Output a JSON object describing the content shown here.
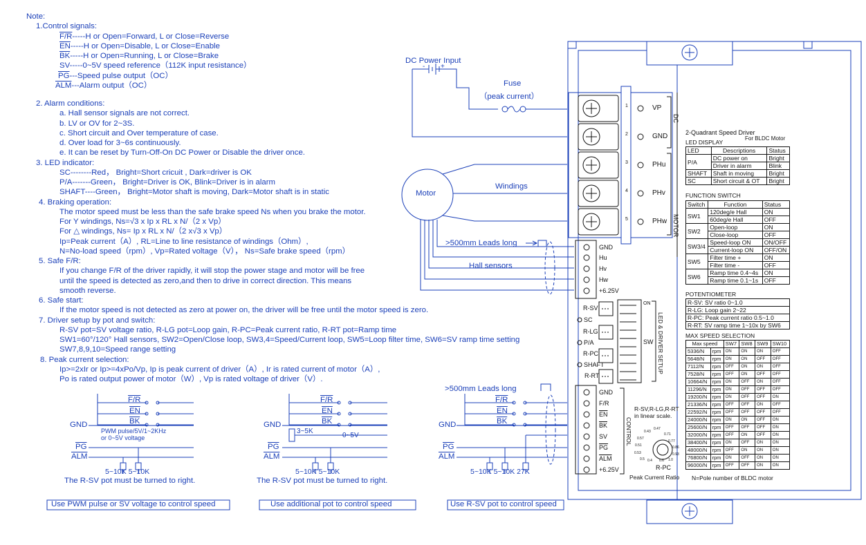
{
  "notes": {
    "title": "Note:",
    "s1": {
      "title": "1.Control signals:",
      "l1a": "F/R",
      "l1b": "-----H or Open=Forward, L or Close=Reverse",
      "l2a": "EN",
      "l2b": "-----H or Open=Disable,  L or Close=Enable",
      "l3a": "BK",
      "l3b": "-----H or Open=Running,  L or Close=Brake",
      "l4": "SV-----0~5V speed reference（112K input resistance）",
      "l5a": "PG",
      "l5b": "---Speed pulse output（OC）",
      "l6a": "ALM",
      "l6b": "---Alarm output（OC）"
    },
    "s2": {
      "title": "2. Alarm conditions:",
      "a": "a. Hall sensor signals are not correct.",
      "b": "b. LV or OV for 2~3S.",
      "c": "c. Short circuit and Over temperature of case.",
      "d": "d. Over load for 3~6s continuously.",
      "e": "e. It can be reset by Turn-Off-On DC Power or Disable the driver once."
    },
    "s3": {
      "title": "3. LED indicator:",
      "sc": "SC--------Red， Bright=Short cricuit , Dark=driver is OK",
      "pa": "P/A-------Green，  Bright=Driver is OK,  Blink=Driver is in alarm",
      "shaft": "SHAFT----Green， Bright=Motor shaft is moving,  Dark=Motor shaft is in static"
    },
    "s4": {
      "title": "4. Braking operation:",
      "l1": "The motor speed must be less than the safe brake speed Ns when you brake the motor.",
      "l2": "For Y windings,  Ns=√3 x Ip x RL x N/（2 x Vp）",
      "l3": "For △ windings, Ns= Ip x RL x N/（2 x√3 x Vp）",
      "l4": "Ip=Peak current（A）, RL=Line to line resistance of windings（Ohm）,",
      "l5": "N=No-load speed（rpm）, Vp=Rated voltage（V）， Ns=Safe brake speed（rpm）"
    },
    "s5": {
      "title": "5. Safe F/R:",
      "l1": "If you change F/R of the driver rapidly, it will stop the power stage and motor will be free",
      "l2": "until the speed is detected as zero,and then to drive in correct direction. This means",
      "l3": "smooth reverse."
    },
    "s6": {
      "title": "6. Safe start:",
      "l1": "If the motor speed is not detected as zero at power on, the driver will be free until the motor speed is zero."
    },
    "s7": {
      "title": "7. Driver setup by pot and switch:",
      "l1": "R-SV pot=SV voltage ratio, R-LG pot=Loop gain,  R-PC=Peak current ratio,  R-RT pot=Ramp time",
      "l2": "SW1=60°/120° Hall sensors,  SW2=Open/Close loop,  SW3,4=Speed/Current loop,  SW5=Loop filter time, SW6=SV ramp time setting",
      "l3": "SW7,8,9,10=Speed range setting"
    },
    "s8": {
      "title": "8. Peak current selection:",
      "l1": "Ip>=2xIr or Ip>=4xPo/Vp,  Ip is peak current of driver（A）, Ir is rated current of motor（A）,",
      "l2": "Po is rated output power of motor（W）, Vp is rated voltage of driver（V）."
    }
  },
  "wiring": {
    "dc_power_input": "DC Power Input",
    "fuse": "Fuse",
    "peak_current": "（peak current）",
    "motor": "Motor",
    "windings": "Windings",
    "leads_long": ">500mm Leads long",
    "hall_sensors": "Hall sensors",
    "minus": "-",
    "plus": "+"
  },
  "terminals": {
    "vp": "VP",
    "gnd": "GND",
    "phu": "PHu",
    "phv": "PHv",
    "phw": "PHw",
    "dc": "DC",
    "motor": "MOTOR",
    "n1": "1",
    "n2": "2",
    "n3": "3",
    "n4": "4",
    "n5": "5",
    "hall": [
      "GND",
      "Hu",
      "Hv",
      "Hw",
      "+6.25V"
    ]
  },
  "setup": {
    "rsv": "R-SV",
    "sc": "SC",
    "rlg": "R-LG",
    "pa": "P/A",
    "rpc": "R-PC",
    "shaft": "SHAFT",
    "rrt": "R-RT",
    "sw": "SW",
    "on": "ON",
    "led_driver_setup": "LED & DRIVER SETUP",
    "control": "CONTROL",
    "ctrl_pins": [
      "GND",
      "F/R",
      "EN",
      "BK",
      "SV",
      "PG",
      "ALM",
      "+6.25V"
    ],
    "linear_note": "R-SV,R-LG,R-RT in linear scale.",
    "rpc_label": "R-PC",
    "peak_ratio": "Peak Current Ratio",
    "pole_note": "N=Pole number of BLDC motor",
    "dial": [
      "0.43",
      "0.47",
      "0.57",
      "0.71",
      "0.77",
      "0.51",
      "0.86",
      "0.53",
      "0.93",
      "0.5",
      "1.0",
      "0.4",
      "0.6"
    ]
  },
  "panel": {
    "title": "2-Quadrant Speed Driver",
    "subtitle": "For BLDC Motor",
    "led_display": "LED DISPLAY",
    "led_head": [
      "LED",
      "Descriptions",
      "Status"
    ],
    "led_rows": [
      [
        "P/A",
        "DC power on",
        "Bright"
      ],
      [
        "",
        "Driver in alarm",
        "Blink"
      ],
      [
        "SHAFT",
        "Shaft in moving",
        "Bright"
      ],
      [
        "SC",
        "Short circuit & OT",
        "Bright"
      ]
    ],
    "func_switch": "FUNCTION SWITCH",
    "func_head": [
      "Switch",
      "Function",
      "Status"
    ],
    "func_rows": [
      [
        "SW1",
        "120deg/e Hall",
        "ON"
      ],
      [
        "",
        "60deg/e Hall",
        "OFF"
      ],
      [
        "SW2",
        "Open-loop",
        "ON"
      ],
      [
        "",
        "Close-loop",
        "OFF"
      ],
      [
        "SW3/4",
        "Speed-loop ON",
        "ON/OFF"
      ],
      [
        "",
        "Current-loop ON",
        "OFF/ON"
      ],
      [
        "SW5",
        "Filter time +",
        "ON"
      ],
      [
        "",
        "Filter time -",
        "OFF"
      ],
      [
        "SW6",
        "Ramp time 0.4~4s",
        "ON"
      ],
      [
        "",
        "Ramp time 0.1~1s",
        "OFF"
      ]
    ],
    "potentiometer": "POTENTIOMETER",
    "pot_rows": [
      "R-SV:  SV ratio 0~1.0",
      "R-LG:  Loop gain 2~22",
      "R-PC:  Peak current ratio 0.5~1.0",
      "R-RT:  SV ramp time 1~10x by SW6"
    ],
    "max_speed": "MAX SPEED SELECTION",
    "speed_head": [
      "Max speed",
      "SW7",
      "SW8",
      "SW9",
      "SW10"
    ],
    "speed_rows": [
      [
        "5336/N",
        "rpm",
        "ON",
        "ON",
        "ON",
        "OFF"
      ],
      [
        "5648/N",
        "rpm",
        "ON",
        "ON",
        "OFF",
        "OFF"
      ],
      [
        "7112/N",
        "rpm",
        "OFF",
        "ON",
        "ON",
        "OFF"
      ],
      [
        "7528/N",
        "rpm",
        "OFF",
        "ON",
        "OFF",
        "OFF"
      ],
      [
        "10664/N",
        "rpm",
        "ON",
        "OFF",
        "ON",
        "OFF"
      ],
      [
        "11296/N",
        "rpm",
        "ON",
        "OFF",
        "OFF",
        "OFF"
      ],
      [
        "19200/N",
        "rpm",
        "ON",
        "OFF",
        "OFF",
        "ON"
      ],
      [
        "21336/N",
        "rpm",
        "OFF",
        "OFF",
        "ON",
        "OFF"
      ],
      [
        "22592/N",
        "rpm",
        "OFF",
        "OFF",
        "OFF",
        "OFF"
      ],
      [
        "24000/N",
        "rpm",
        "ON",
        "ON",
        "OFF",
        "ON"
      ],
      [
        "25600/N",
        "rpm",
        "OFF",
        "OFF",
        "OFF",
        "ON"
      ],
      [
        "32000/N",
        "rpm",
        "OFF",
        "ON",
        "OFF",
        "ON"
      ],
      [
        "38400/N",
        "rpm",
        "ON",
        "OFF",
        "ON",
        "ON"
      ],
      [
        "48000/N",
        "rpm",
        "OFF",
        "ON",
        "ON",
        "ON"
      ],
      [
        "76800/N",
        "rpm",
        "ON",
        "OFF",
        "ON",
        "ON"
      ],
      [
        "96000/N",
        "rpm",
        "OFF",
        "OFF",
        "ON",
        "ON"
      ]
    ]
  },
  "examples": {
    "fr": "F/R",
    "en": "EN",
    "bk": "BK",
    "gnd": "GND",
    "pg": "PG",
    "alm": "ALM",
    "pwm1": "PWM pulse/5V/1~2KHz",
    "pwm2": "or 0~5V voltage",
    "r1": "5~10K  5~10K",
    "r3": "5~10K  5~10K  27K",
    "pot": "3~5K",
    "sv05": "0~5V",
    "turn_right": "The R-SV pot must be turned to right.",
    "cap1": "Use PWM pulse or SV voltage to control speed",
    "cap2": "Use additional  pot to control speed",
    "cap3": "Use R-SV pot to control speed",
    "leads_long": ">500mm Leads long"
  }
}
